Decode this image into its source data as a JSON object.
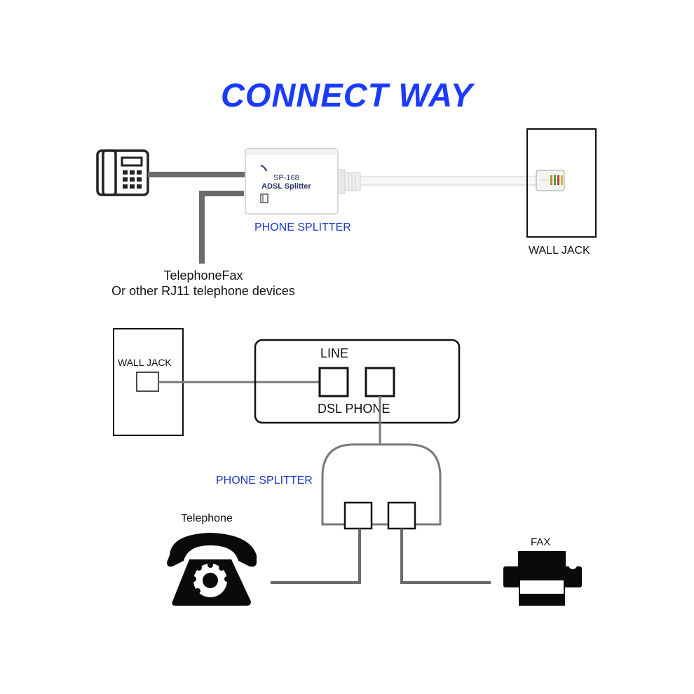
{
  "title": "CONNECT WAY",
  "colors": {
    "title": "#1a3bff",
    "label_blue": "#1a39c4",
    "cable": "#6b6b6b",
    "outline": "#111111"
  },
  "top": {
    "device_model": "SP-168",
    "device_name": "ADSL Splitter",
    "splitter_label": "PHONE SPLITTER",
    "wall_jack_label": "WALL JACK",
    "caption_line1": "TelephoneFax",
    "caption_line2": "Or other RJ11 telephone devices"
  },
  "bottom": {
    "wall_jack_label": "WALL JACK",
    "line_label": "LINE",
    "dsl_phone_label": "DSL PHONE",
    "splitter_label": "PHONE SPLITTER",
    "telephone_label": "Telephone",
    "fax_label": "FAX"
  },
  "icons": [
    "desk-phone-icon",
    "rj11-plug-icon",
    "rotary-phone-icon",
    "fax-printer-icon"
  ]
}
